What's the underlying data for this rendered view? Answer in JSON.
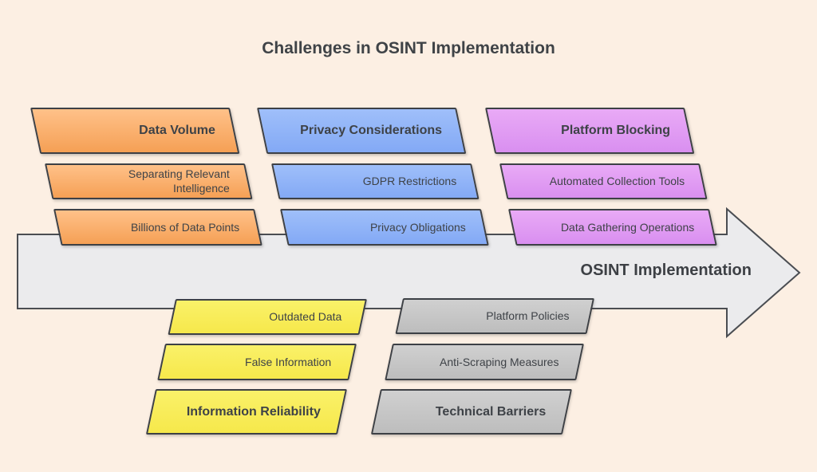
{
  "title": "Challenges in OSINT Implementation",
  "arrow": {
    "label": "OSINT Implementation"
  },
  "colors": {
    "background": "#fcefe3",
    "orange": "#f9a95f",
    "blue": "#8fb4f7",
    "purple": "#e19bf0",
    "yellow": "#f9ed58",
    "gray": "#c7c7c7",
    "arrow_fill": "#ebebed",
    "border": "#3d4045",
    "text": "#3e4247"
  },
  "groups": [
    {
      "name": "data-volume",
      "color": "orange",
      "side": "top",
      "header": "Data Volume",
      "items": [
        "Separating Relevant Intelligence",
        "Billions of Data Points"
      ]
    },
    {
      "name": "privacy-considerations",
      "color": "blue",
      "side": "top",
      "header": "Privacy Considerations",
      "items": [
        "GDPR Restrictions",
        "Privacy Obligations"
      ]
    },
    {
      "name": "platform-blocking",
      "color": "purple",
      "side": "top",
      "header": "Platform Blocking",
      "items": [
        "Automated Collection Tools",
        "Data Gathering Operations"
      ]
    },
    {
      "name": "information-reliability",
      "color": "yellow",
      "side": "bottom",
      "header": "Information Reliability",
      "items": [
        "Outdated Data",
        "False Information"
      ]
    },
    {
      "name": "technical-barriers",
      "color": "gray",
      "side": "bottom",
      "header": "Technical Barriers",
      "items": [
        "Platform Policies",
        "Anti-Scraping Measures"
      ]
    }
  ]
}
